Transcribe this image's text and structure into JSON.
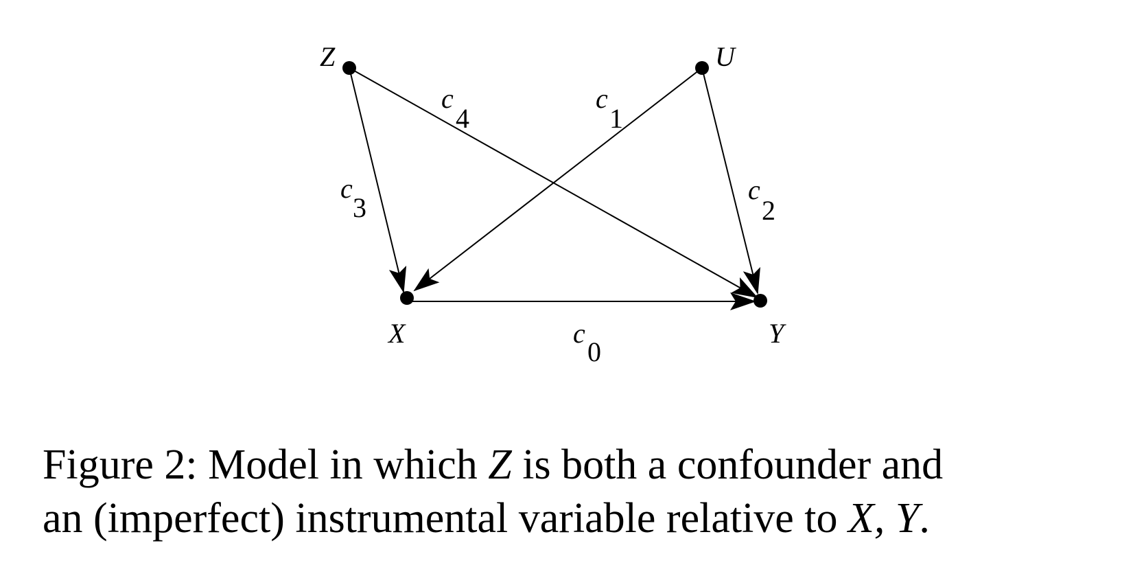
{
  "diagram": {
    "nodes": [
      {
        "id": "Z",
        "label": "Z"
      },
      {
        "id": "U",
        "label": "U"
      },
      {
        "id": "X",
        "label": "X"
      },
      {
        "id": "Y",
        "label": "Y"
      }
    ],
    "edges": [
      {
        "from": "Z",
        "to": "X",
        "label": "c",
        "sub": "3"
      },
      {
        "from": "Z",
        "to": "Y",
        "label": "c",
        "sub": "4"
      },
      {
        "from": "U",
        "to": "X",
        "label": "c",
        "sub": "1"
      },
      {
        "from": "U",
        "to": "Y",
        "label": "c",
        "sub": "2"
      },
      {
        "from": "X",
        "to": "Y",
        "label": "c",
        "sub": "0"
      }
    ]
  },
  "caption": {
    "prefix": "Figure 2:",
    "part1": "Model in which",
    "var_z": "Z",
    "part2": "is both a confounder and",
    "part3": "an (imperfect) instrumental variable relative to",
    "var_xy": "X, Y",
    "end": "."
  },
  "colors": {
    "ink": "#000000",
    "background": "#ffffff"
  }
}
